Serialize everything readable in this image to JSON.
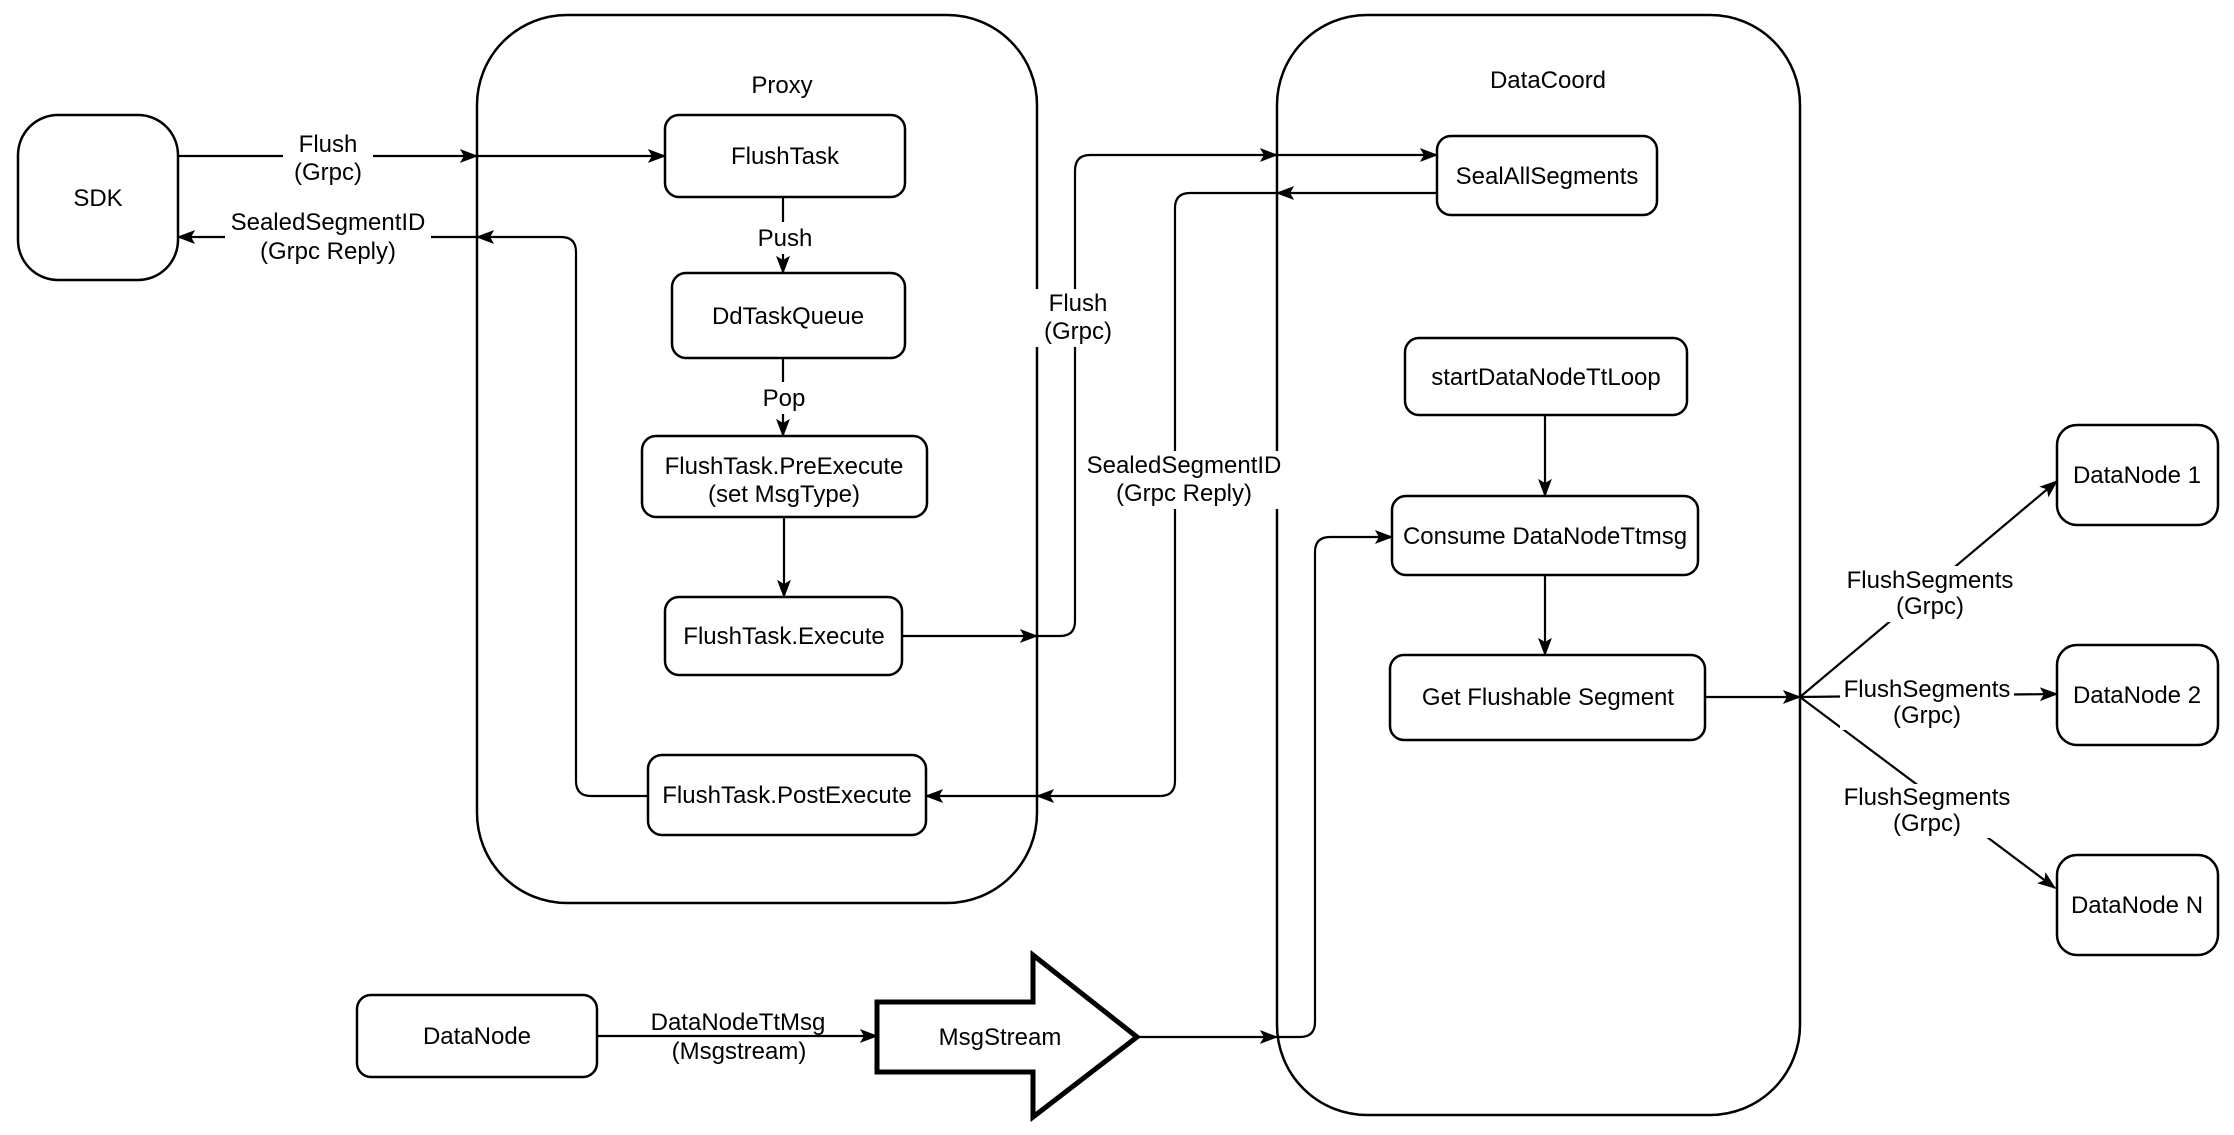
{
  "diagram_type": "flowchart",
  "colors": {
    "background": "#ffffff",
    "node_fill": "#ffffff",
    "stroke": "#000000",
    "text": "#000000"
  },
  "containers": {
    "proxy": {
      "label": "Proxy"
    },
    "datacoord": {
      "label": "DataCoord"
    }
  },
  "nodes": {
    "sdk": {
      "label": "SDK"
    },
    "flushtask": {
      "label": "FlushTask"
    },
    "ddtaskqueue": {
      "label": "DdTaskQueue"
    },
    "preexecute": {
      "label_line1": "FlushTask.PreExecute",
      "label_line2": "(set MsgType)"
    },
    "execute": {
      "label": "FlushTask.Execute"
    },
    "postexecute": {
      "label": "FlushTask.PostExecute"
    },
    "sealallsegments": {
      "label": "SealAllSegments"
    },
    "startdatanodettloop": {
      "label": "startDataNodeTtLoop"
    },
    "consume_datanodettmsg": {
      "label": "Consume DataNodeTtmsg"
    },
    "get_flushable_segment": {
      "label": "Get Flushable Segment"
    },
    "datanode1": {
      "label": "DataNode 1"
    },
    "datanode2": {
      "label": "DataNode 2"
    },
    "datanoden": {
      "label": "DataNode N"
    },
    "datanode": {
      "label": "DataNode"
    },
    "msgstream": {
      "label": "MsgStream"
    }
  },
  "edge_labels": {
    "flush_sdk_proxy": {
      "line1": "Flush",
      "line2": "(Grpc)"
    },
    "sealed_proxy_sdk": {
      "line1": "SealedSegmentID",
      "line2": "(Grpc Reply)"
    },
    "push": {
      "line1": "Push"
    },
    "pop": {
      "line1": "Pop"
    },
    "flush_proxy_datacoord": {
      "line1": "Flush",
      "line2": "(Grpc)"
    },
    "sealed_datacoord_proxy": {
      "line1": "SealedSegmentID",
      "line2": "(Grpc Reply)"
    },
    "datanodettmsg": {
      "line1": "DataNodeTtMsg",
      "line2": "(Msgstream)"
    },
    "flushsegments_1": {
      "line1": "FlushSegments",
      "line2": "(Grpc)"
    },
    "flushsegments_2": {
      "line1": "FlushSegments",
      "line2": "(Grpc)"
    },
    "flushsegments_3": {
      "line1": "FlushSegments",
      "line2": "(Grpc)"
    }
  }
}
